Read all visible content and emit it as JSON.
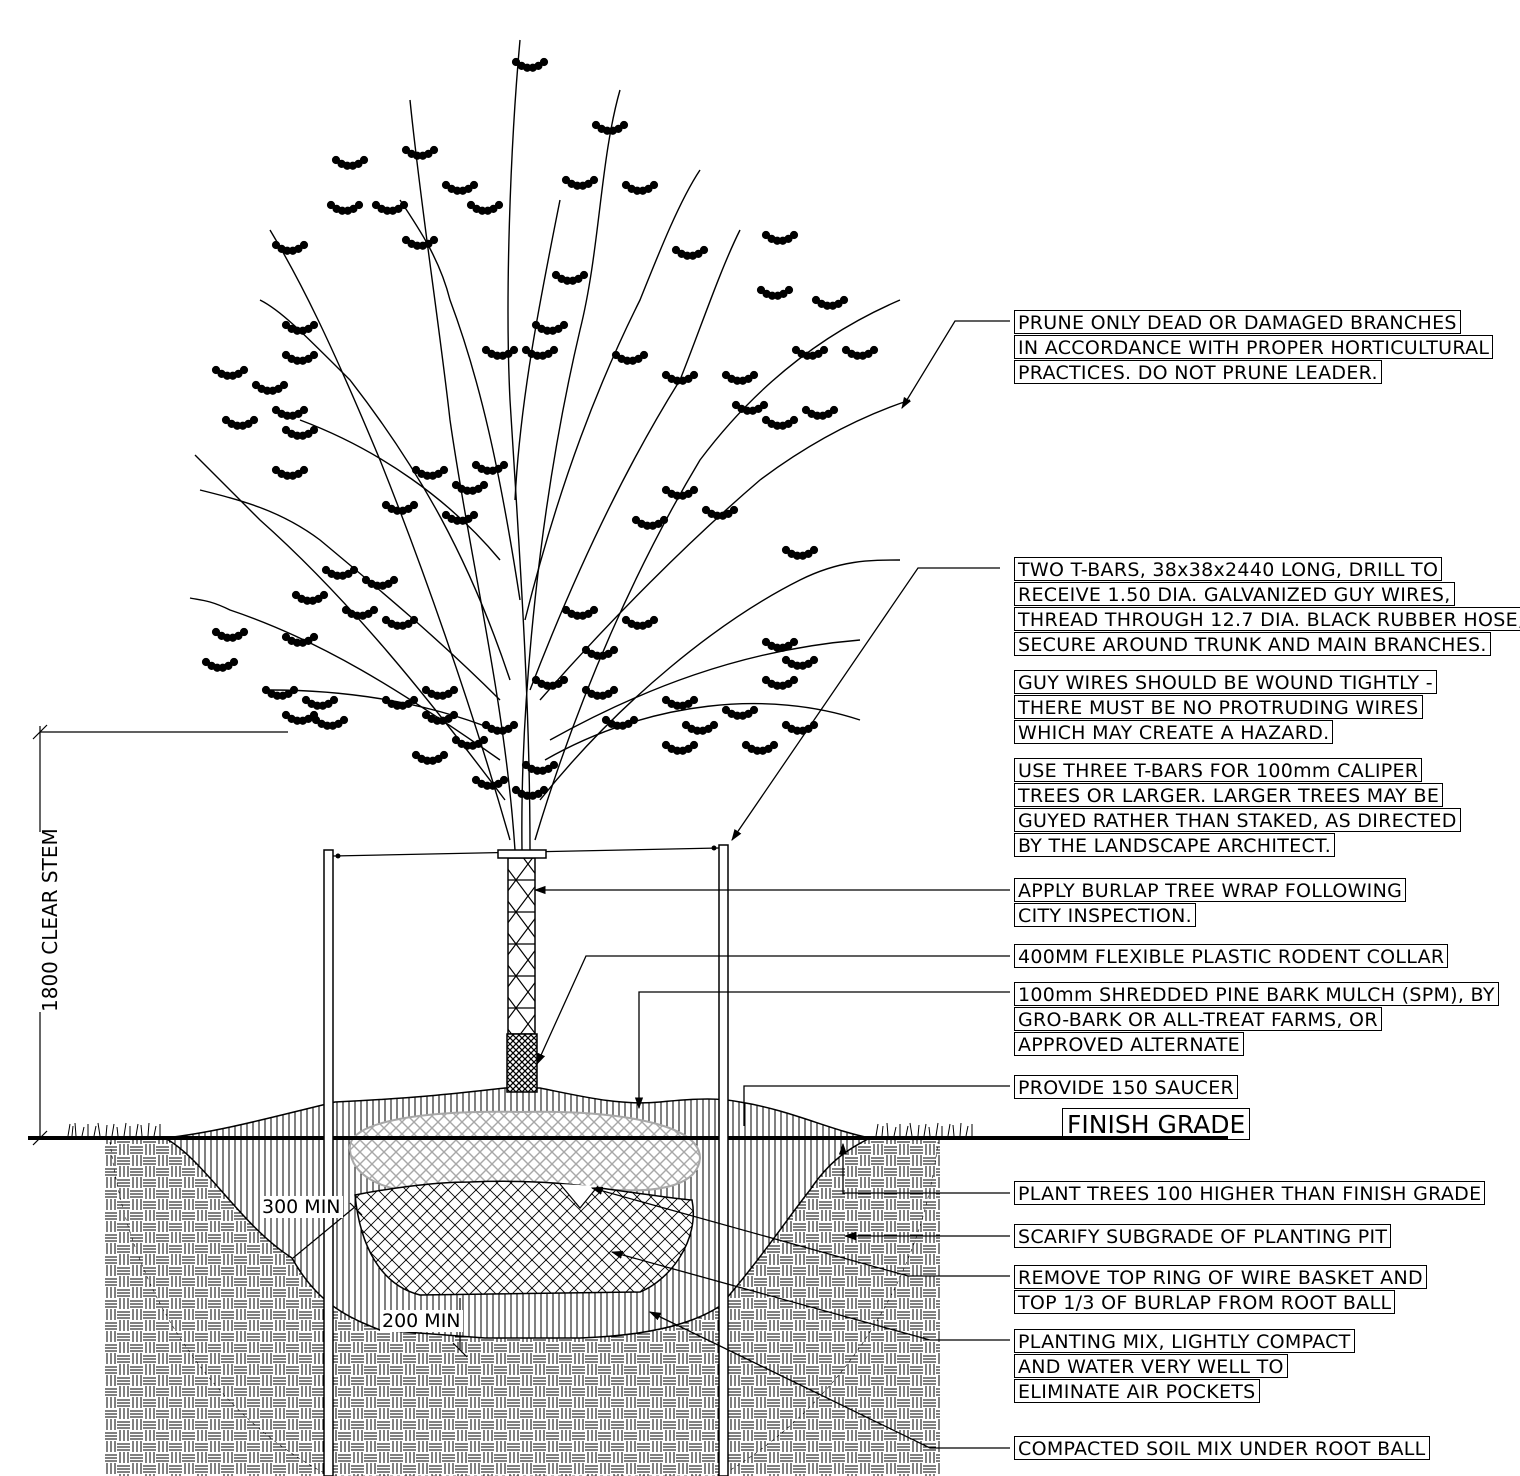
{
  "notes": {
    "prune": [
      "PRUNE ONLY DEAD OR DAMAGED BRANCHES",
      "IN ACCORDANCE WITH PROPER HORTICULTURAL",
      "PRACTICES.  DO NOT PRUNE LEADER."
    ],
    "tbars": [
      "TWO T-BARS, 38x38x2440 LONG, DRILL TO",
      "RECEIVE 1.50 DIA. GALVANIZED GUY WIRES,",
      "THREAD THROUGH 12.7 DIA. BLACK RUBBER HOSE,",
      "SECURE AROUND TRUNK AND MAIN BRANCHES."
    ],
    "guy_wires": [
      "GUY WIRES SHOULD BE WOUND TIGHTLY -",
      "THERE MUST BE NO PROTRUDING WIRES",
      "WHICH MAY CREATE A HAZARD."
    ],
    "three_tbars": [
      "USE THREE T-BARS FOR 100mm CALIPER",
      "TREES OR LARGER.  LARGER TREES MAY BE",
      "GUYED RATHER THAN STAKED, AS DIRECTED",
      "BY THE LANDSCAPE ARCHITECT."
    ],
    "burlap_wrap": [
      "APPLY BURLAP TREE WRAP FOLLOWING",
      "CITY INSPECTION."
    ],
    "rodent_collar": [
      "400MM FLEXIBLE PLASTIC RODENT COLLAR"
    ],
    "mulch": [
      "100mm SHREDDED PINE BARK MULCH (SPM), BY",
      "GRO-BARK OR ALL-TREAT FARMS, OR",
      "APPROVED ALTERNATE"
    ],
    "saucer": [
      "PROVIDE 150 SAUCER"
    ],
    "plant_higher": [
      "PLANT TREES 100 HIGHER THAN FINISH GRADE"
    ],
    "scarify": [
      "SCARIFY SUBGRADE OF PLANTING PIT"
    ],
    "remove_ring": [
      "REMOVE TOP RING OF WIRE BASKET AND",
      "TOP 1/3 OF BURLAP FROM ROOT BALL"
    ],
    "planting_mix": [
      "PLANTING MIX, LIGHTLY COMPACT",
      "AND WATER VERY WELL TO",
      "ELIMINATE AIR POCKETS"
    ],
    "compacted_soil": [
      "COMPACTED SOIL MIX UNDER ROOT BALL"
    ]
  },
  "finish_grade": "FINISH GRADE",
  "dimensions": {
    "clear_stem": "1800 CLEAR STEM",
    "side_min": "300 MIN",
    "bottom_min": "200 MIN"
  },
  "colors": {
    "ink": "#000000",
    "mulch_gray": "#a8a8a8",
    "background": "#ffffff"
  }
}
